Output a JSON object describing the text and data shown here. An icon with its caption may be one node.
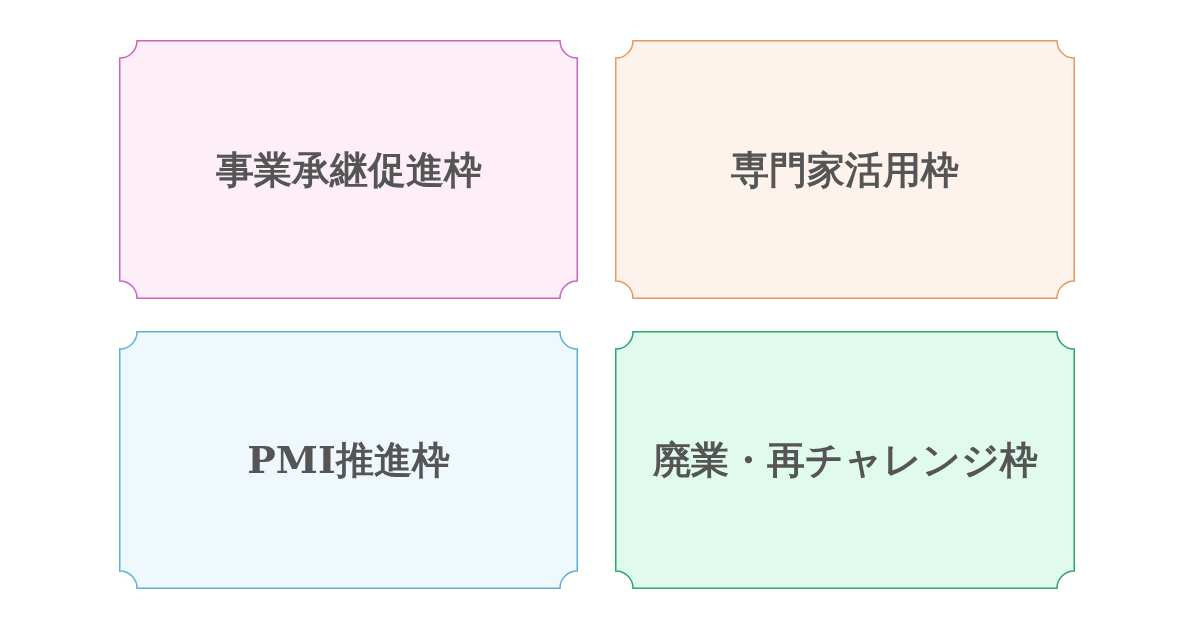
{
  "diagram": {
    "nodes": [
      {
        "text": [
          "事業承継促進枠"
        ]
      },
      {
        "text": [
          "専門家活用枠"
        ]
      },
      {
        "text": [
          "PMI推進枠"
        ]
      },
      {
        "text": [
          "廃業・再チャレンジ枠"
        ]
      }
    ]
  }
}
